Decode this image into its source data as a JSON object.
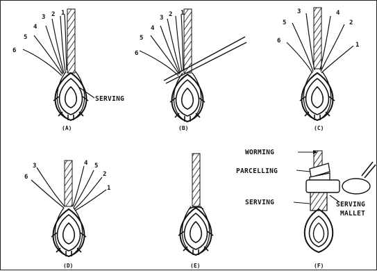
{
  "panels": [
    {
      "caption": "(A)",
      "strand_numbers": [
        "1",
        "2",
        "3",
        "4",
        "5",
        "6"
      ],
      "annotation": "SERVING"
    },
    {
      "caption": "(B)",
      "strand_numbers": [
        "1",
        "2",
        "3",
        "4",
        "5",
        "6"
      ]
    },
    {
      "caption": "(C)",
      "strand_numbers": [
        "1",
        "2",
        "3",
        "4",
        "5",
        "6"
      ]
    },
    {
      "caption": "(D)",
      "strand_numbers": [
        "1",
        "2",
        "3",
        "4",
        "5",
        "6"
      ]
    },
    {
      "caption": "(E)"
    },
    {
      "caption": "(F)",
      "annotations": [
        "WORMING",
        "PARCELLING",
        "SERVING",
        "SERVING",
        "MALLET"
      ]
    }
  ]
}
